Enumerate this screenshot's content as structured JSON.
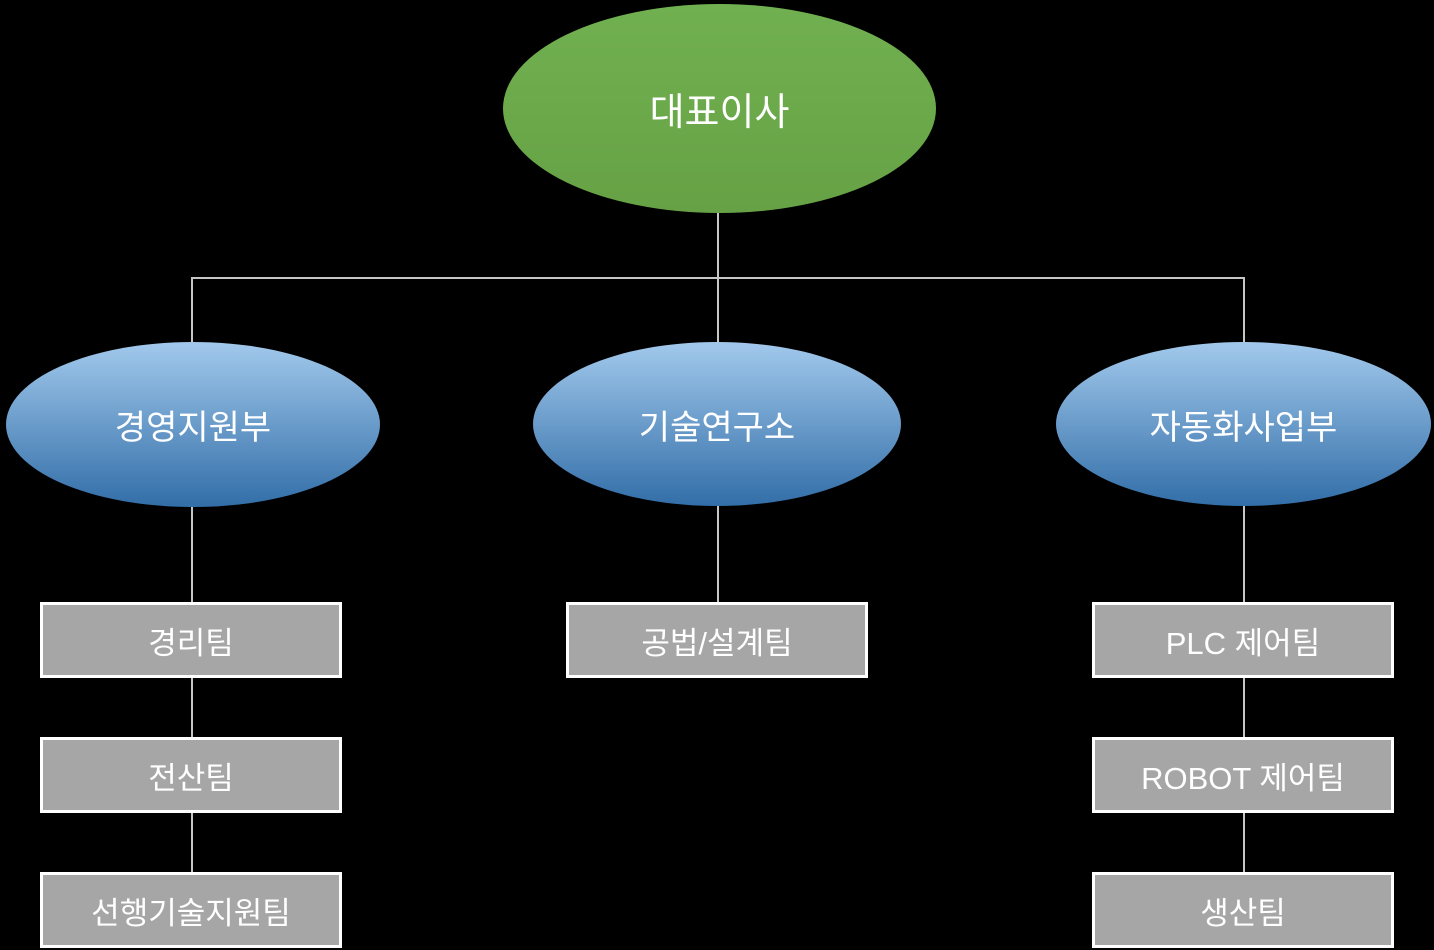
{
  "org": {
    "root": {
      "label": "대표이사"
    },
    "departments": [
      {
        "label": "경영지원부",
        "teams": [
          "경리팀",
          "전산팀",
          "선행기술지원팀"
        ]
      },
      {
        "label": "기술연구소",
        "teams": [
          "공법/설계팀"
        ]
      },
      {
        "label": "자동화사업부",
        "teams": [
          "PLC 제어팀",
          "ROBOT 제어팀",
          "생산팀"
        ]
      }
    ]
  },
  "colors": {
    "background": "#000000",
    "root_fill_top": "#71B051",
    "root_fill_bottom": "#66A245",
    "dept_top": "#A2C9EC",
    "dept_bottom": "#326EA8",
    "team_fill": "#A6A6A6",
    "team_border": "#FFFFFF",
    "line": "#C6C6C6",
    "text": "#FFFFFF"
  }
}
